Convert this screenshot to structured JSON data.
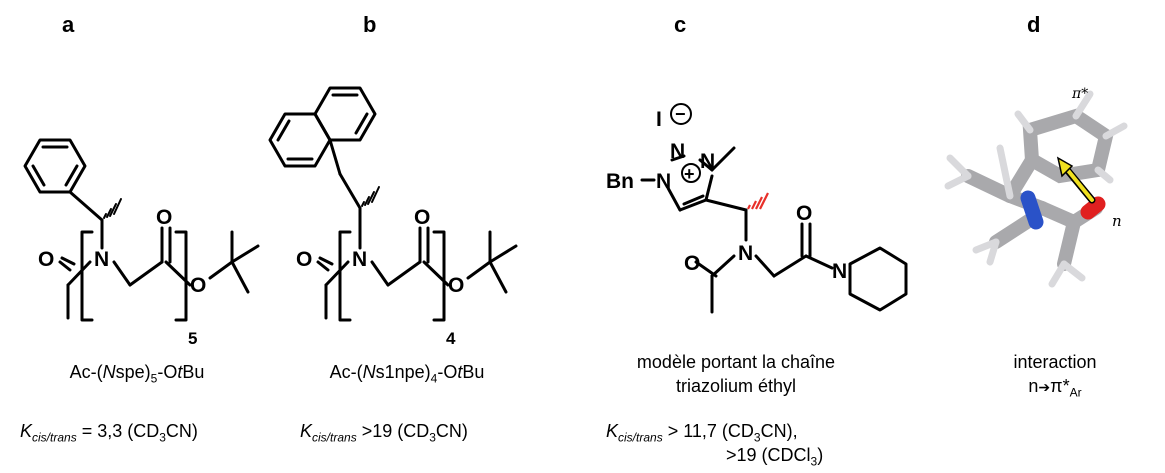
{
  "panels": {
    "a": {
      "letter": "a",
      "caption_pre": "Ac-(",
      "caption_italic": "N",
      "caption_mid": "spe)",
      "caption_sub": "5",
      "caption_post": "-O",
      "caption_italic2": "t",
      "caption_end": "Bu",
      "repeat_count": "5",
      "k_symbol": "K",
      "k_subscript": "cis/trans",
      "k_value": " = 3,3 (CD",
      "k_sub2": "3",
      "k_end": "CN)"
    },
    "b": {
      "letter": "b",
      "caption_pre": "Ac-(",
      "caption_italic": "N",
      "caption_mid": "s1npe)",
      "caption_sub": "4",
      "caption_post": "-O",
      "caption_italic2": "t",
      "caption_end": "Bu",
      "repeat_count": "4",
      "k_symbol": "K",
      "k_subscript": "cis/trans",
      "k_value": " >19 (CD",
      "k_sub2": "3",
      "k_end": "CN)"
    },
    "c": {
      "letter": "c",
      "caption_line1": "modèle portant la chaîne",
      "caption_line2": "triazolium éthyl",
      "k_symbol": "K",
      "k_subscript": "cis/trans",
      "k_value": " > 11,7 (CD",
      "k_sub2": "3",
      "k_end": "CN),",
      "k2_pre": ">19 (CDCl",
      "k2_sub": "3",
      "k2_end": ")",
      "counter_ion": "I",
      "bn_label": "Bn"
    },
    "d": {
      "letter": "d",
      "caption_line1": "interaction",
      "caption_n": "n",
      "caption_pi": "π*",
      "caption_sub": "Ar",
      "label_pi": "π*",
      "label_n": "n"
    }
  },
  "atoms": {
    "N": "N",
    "O": "O",
    "plus": "+",
    "minus": "−"
  },
  "colors": {
    "ink": "#000000",
    "stereo_red": "#e8302a",
    "arrow_yellow": "#f0e020",
    "nitrogen_blue": "#2a52c8",
    "oxygen_red": "#e02020",
    "carbon_gray": "#a9a9ac"
  }
}
